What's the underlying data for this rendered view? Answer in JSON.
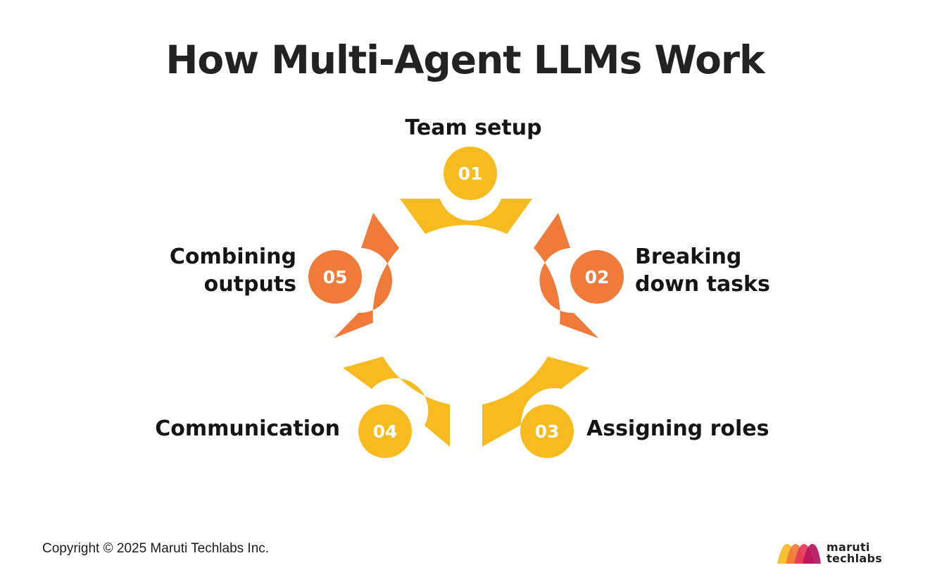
{
  "title": "How Multi-Agent LLMs Work",
  "steps": [
    {
      "number": "01",
      "label": "Team setup",
      "color": "#F8BB1F"
    },
    {
      "number": "02",
      "label": "Breaking down tasks",
      "color": "#F07A3A"
    },
    {
      "number": "03",
      "label": "Assigning roles",
      "color": "#F8BB1F"
    },
    {
      "number": "04",
      "label": "Communication",
      "color": "#F8BB1F"
    },
    {
      "number": "05",
      "label": "Combining outputs",
      "color": "#F07A3A"
    }
  ],
  "footer": {
    "copyright": "Copyright © 2025 Maruti Techlabs Inc."
  },
  "logo": {
    "line1": "maruti",
    "line2": "techlabs",
    "colors": [
      "#F8BB1F",
      "#F07A3A",
      "#E8385C",
      "#B8135F"
    ]
  }
}
